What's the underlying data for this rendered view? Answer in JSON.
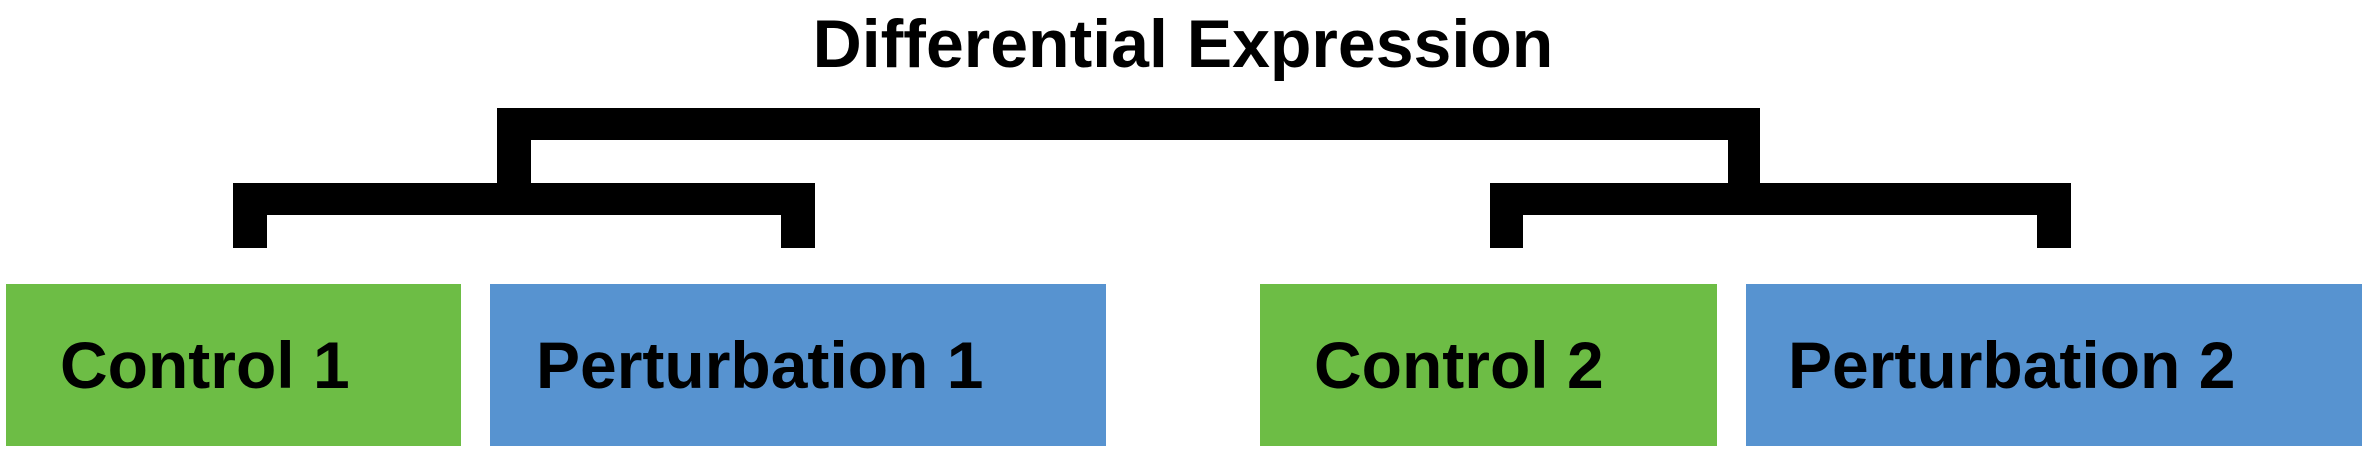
{
  "title": "Differential Expression",
  "groups": [
    {
      "label": "Control 1",
      "kind": "control"
    },
    {
      "label": "Perturbation 1",
      "kind": "perturbation"
    },
    {
      "label": "Control 2",
      "kind": "control"
    },
    {
      "label": "Perturbation 2",
      "kind": "perturbation"
    }
  ],
  "colors": {
    "control": "#6dbd45",
    "perturbation": "#5793d0",
    "bracket": "#000000",
    "text": "#000000"
  }
}
